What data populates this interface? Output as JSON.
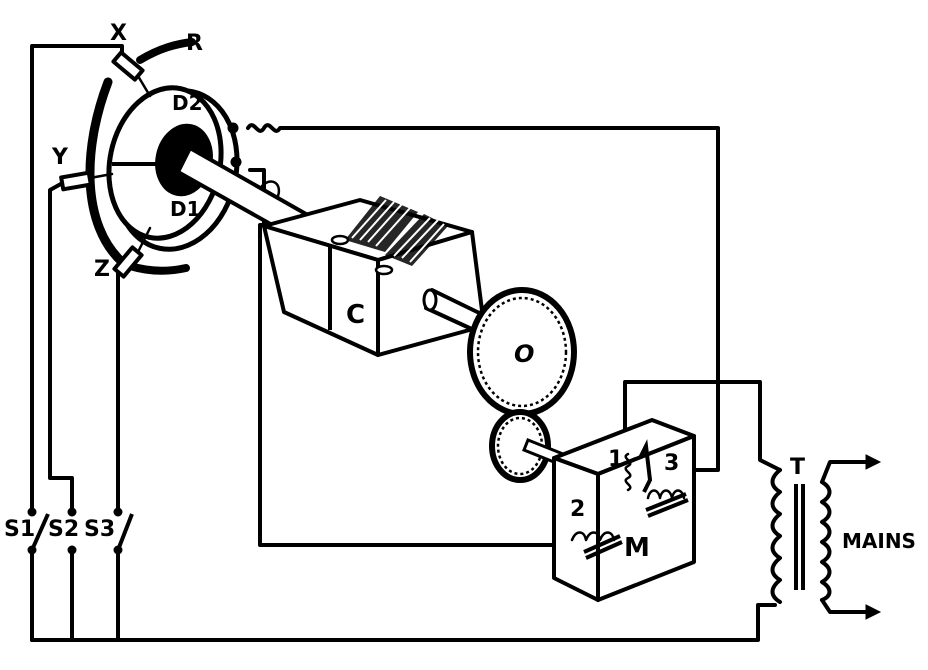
{
  "labels": {
    "x": "X",
    "y": "Y",
    "z": "Z",
    "r": "R",
    "d2": "D2",
    "d1": "D1",
    "c": "C",
    "o": "O",
    "m": "M",
    "t": "T",
    "mains": "MAINS",
    "s1": "S1",
    "s2": "S2",
    "s3": "S3",
    "coil1": "1",
    "coil2": "2",
    "coil3": "3"
  },
  "colors": {
    "ink": "#000000",
    "paper": "#ffffff"
  }
}
